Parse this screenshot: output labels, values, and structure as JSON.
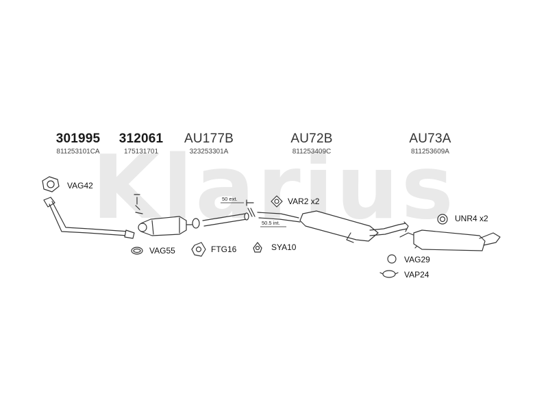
{
  "parts": [
    {
      "number": "301995",
      "oem": "811253101CA"
    },
    {
      "number": "312061",
      "oem": "175131701"
    },
    {
      "number": "AU177B",
      "oem": "323253301A"
    },
    {
      "number": "AU72B",
      "oem": "811253409C"
    },
    {
      "number": "AU73A",
      "oem": "811253609A"
    }
  ],
  "accessories": {
    "vag42": "VAG42",
    "var2": "VAR2 x2",
    "unr4": "UNR4 x2",
    "vag55": "VAG55",
    "ftg16": "FTG16",
    "sya10": "SYA10",
    "vag29": "VAG29",
    "vap24": "VAP24"
  },
  "dimensions": {
    "ext": "50 ext.",
    "int": "50.5 int."
  },
  "watermark": "Klarius"
}
